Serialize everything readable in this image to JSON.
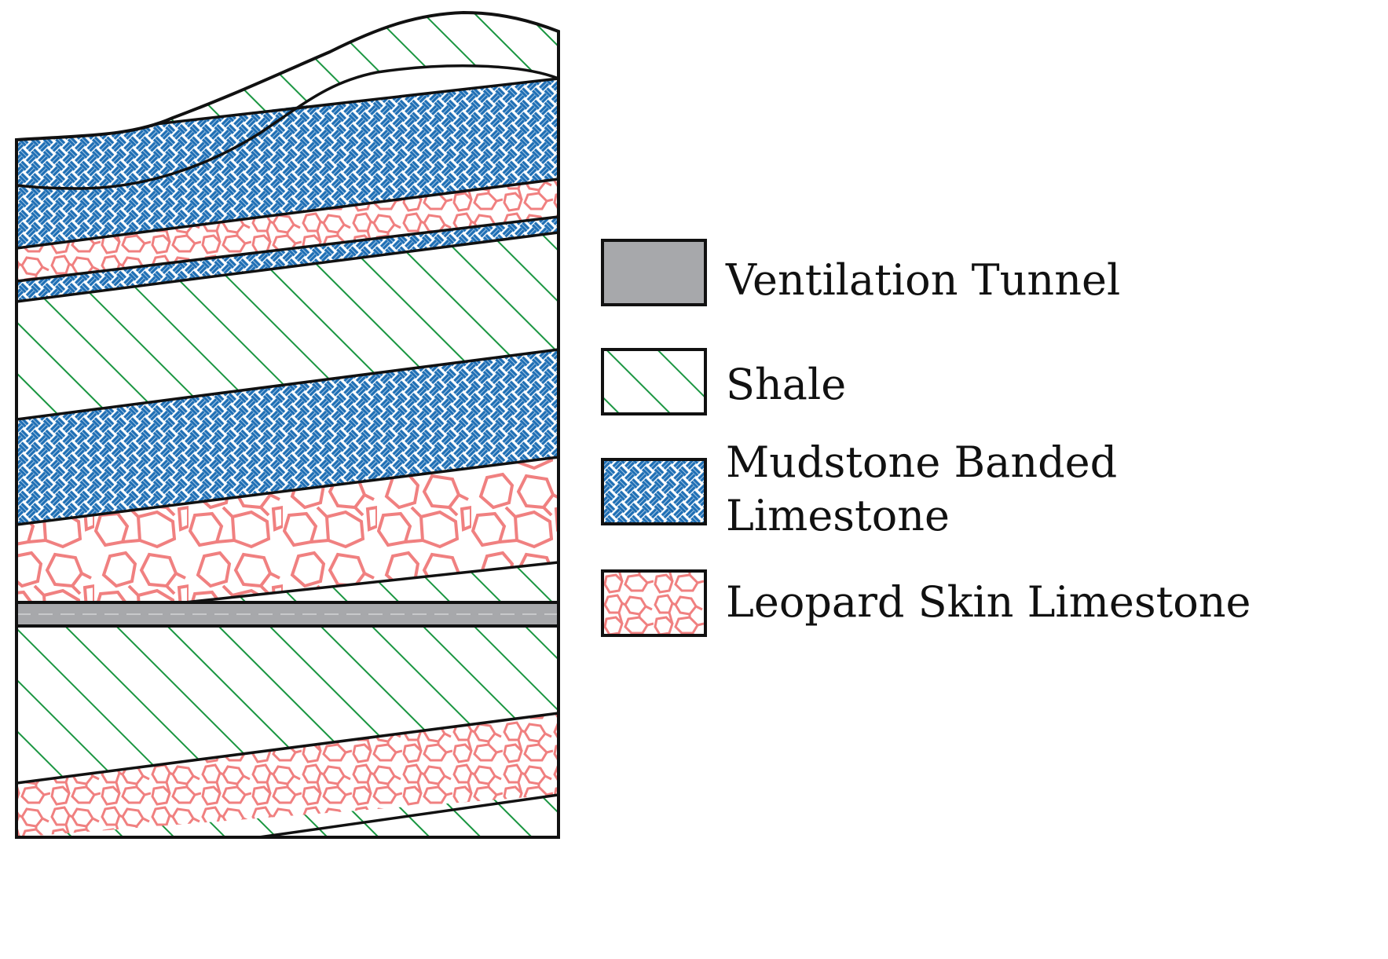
{
  "legend": {
    "items": [
      {
        "key": "tunnel",
        "lines": [
          "Ventilation Tunnel"
        ],
        "pattern": "solid-gray"
      },
      {
        "key": "shale",
        "lines": [
          "Shale"
        ],
        "pattern": "diagonal-hatch"
      },
      {
        "key": "mudstone",
        "lines": [
          "Mudstone Banded",
          "Limestone"
        ],
        "pattern": "crosshatch-weave"
      },
      {
        "key": "leopard",
        "lines": [
          "Leopard Skin Limestone"
        ],
        "pattern": "polygon-mosaic"
      }
    ]
  },
  "colors": {
    "shale": "#1a9641",
    "mudstone": "#1f6fb5",
    "leopard": "#f08080",
    "tunnel": "#a7a8ab",
    "outline": "#111111",
    "background": "#ffffff"
  },
  "strata_order_top_to_bottom": [
    "shale",
    "mudstone",
    "leopard",
    "mudstone",
    "shale",
    "mudstone",
    "leopard",
    "tunnel",
    "shale",
    "leopard",
    "shale"
  ]
}
